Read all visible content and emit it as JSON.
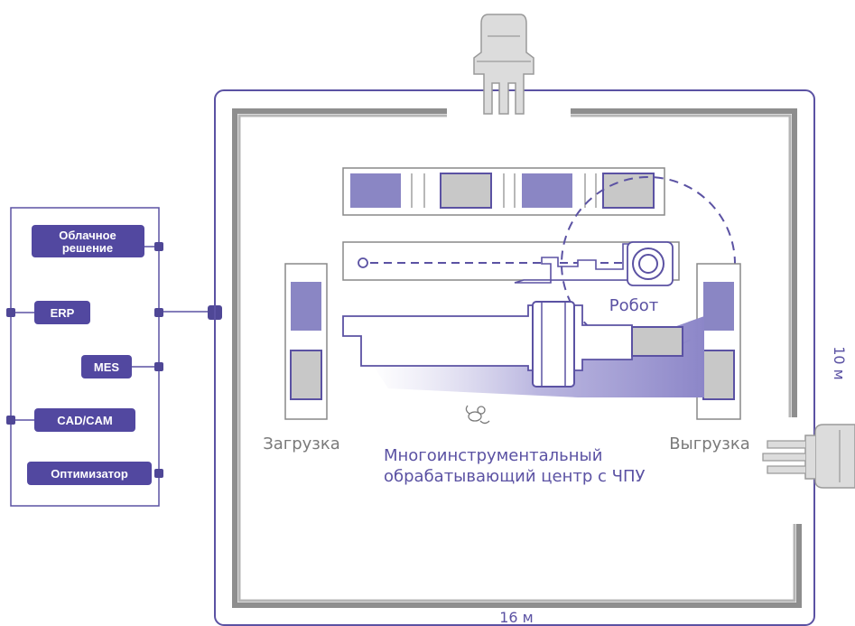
{
  "systems": {
    "cloud_line1": "Облачное",
    "cloud_line2": "решение",
    "erp": "ERP",
    "mes": "MES",
    "cadcam": "CAD/CAM",
    "optimizer": "Оптимизатор"
  },
  "cell": {
    "robot_label": "Робот",
    "load_label": "Загрузка",
    "unload_label": "Выгрузка",
    "machine_line1": "Многоинструментальный",
    "machine_line2": "обрабатывающий центр с ЧПУ",
    "width_label": "16 м",
    "height_label": "10 м"
  },
  "colors": {
    "accent": "#5b52a3",
    "accent_fill": "#8a86c4",
    "gray_fill": "#c8c8c8",
    "wall": "#8a8a8a",
    "label_gray": "#7a7a7a"
  }
}
